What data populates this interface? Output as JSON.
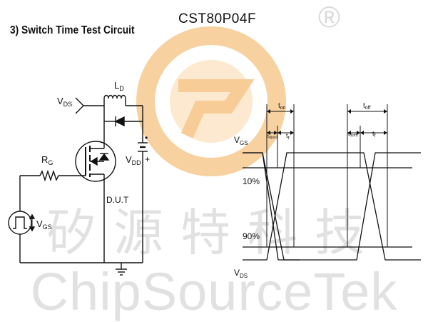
{
  "heading": "3)   Switch Time Test Circuit",
  "part_number": "CST80P04F",
  "watermark": {
    "chinese": "矽源特科技",
    "english": "ChipSourceTek",
    "registered": "®",
    "logo_colors": [
      "#f6c98f",
      "#fbe3c3"
    ]
  },
  "circuit": {
    "vds_main": "V",
    "vds_sub": "DS",
    "l_main": "L",
    "l_sub": "D",
    "rg_main": "R",
    "rg_sub": "G",
    "vdd_main": "V",
    "vdd_sub": "DD",
    "vgs_main": "V",
    "vgs_sub": "GS",
    "dut": "D.U.T",
    "plus": "+",
    "dot": "•"
  },
  "waveform": {
    "vgs_main": "V",
    "vgs_sub": "GS",
    "vds_main": "V",
    "vds_sub": "DS",
    "pct10": "10%",
    "pct90": "90%",
    "ton_main": "t",
    "ton_sub": "on",
    "toff_main": "t",
    "toff_sub": "off",
    "tdon_main": "t",
    "tdon_sub": "d(on)",
    "tr_main": "t",
    "tr_sub": "r",
    "tdoff_main": "t",
    "tdoff_sub": "d(off)",
    "tf_main": "t",
    "tf_sub": "f"
  }
}
